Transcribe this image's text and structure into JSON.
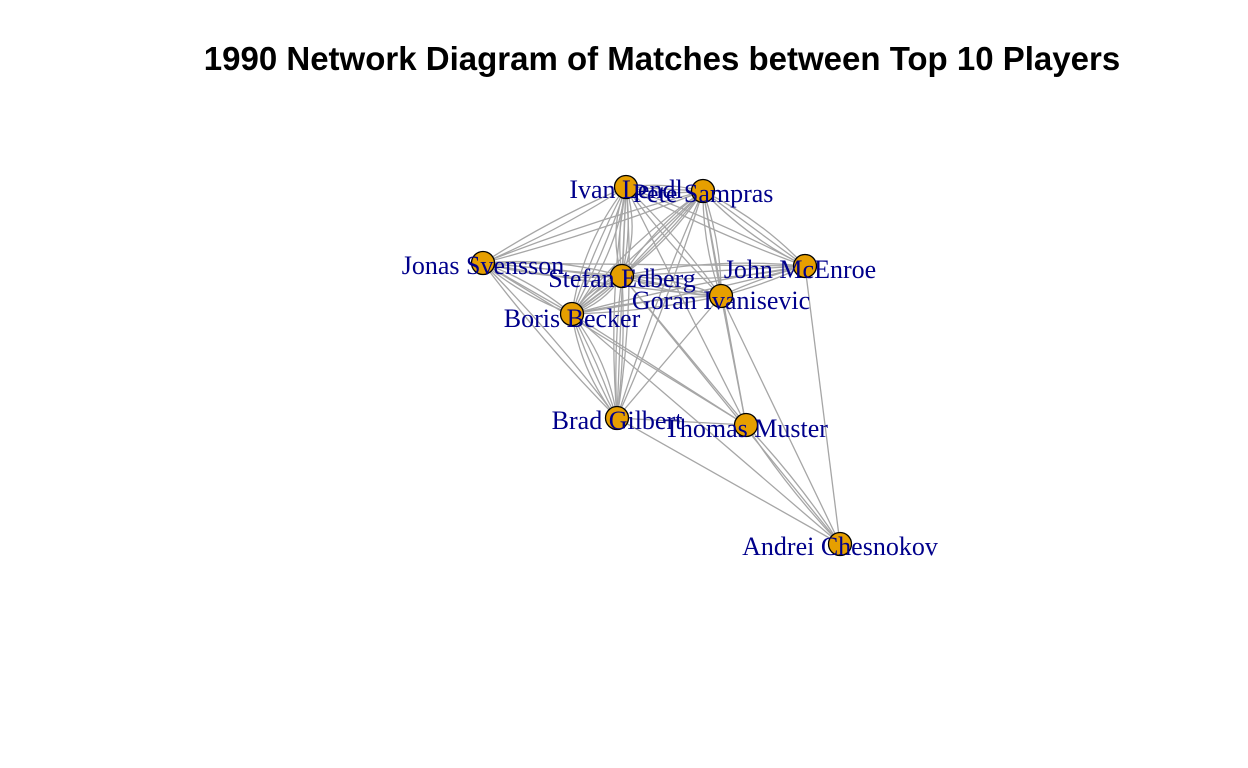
{
  "title": "1990 Network Diagram of Matches between Top 10 Players",
  "colors": {
    "edge": "#a6a6a6",
    "node_fill": "#e69f00",
    "node_stroke": "#000000",
    "label": "#00008b"
  },
  "nodes": [
    {
      "id": "lendl",
      "label": "Ivan Lendl"
    },
    {
      "id": "sampras",
      "label": "Pete Sampras"
    },
    {
      "id": "svensson",
      "label": "Jonas Svensson"
    },
    {
      "id": "edberg",
      "label": "Stefan Edberg"
    },
    {
      "id": "mcenroe",
      "label": "John McEnroe"
    },
    {
      "id": "ivanisevic",
      "label": "Goran Ivanisevic"
    },
    {
      "id": "becker",
      "label": "Boris Becker"
    },
    {
      "id": "gilbert",
      "label": "Brad Gilbert"
    },
    {
      "id": "muster",
      "label": "Thomas Muster"
    },
    {
      "id": "chesnokov",
      "label": "Andrei Chesnokov"
    }
  ],
  "edges": [
    [
      "lendl",
      "sampras",
      3
    ],
    [
      "lendl",
      "svensson",
      2
    ],
    [
      "lendl",
      "edberg",
      5
    ],
    [
      "lendl",
      "mcenroe",
      2
    ],
    [
      "lendl",
      "ivanisevic",
      2
    ],
    [
      "lendl",
      "becker",
      4
    ],
    [
      "lendl",
      "gilbert",
      3
    ],
    [
      "lendl",
      "muster",
      1
    ],
    [
      "sampras",
      "svensson",
      2
    ],
    [
      "sampras",
      "edberg",
      3
    ],
    [
      "sampras",
      "mcenroe",
      3
    ],
    [
      "sampras",
      "ivanisevic",
      3
    ],
    [
      "sampras",
      "becker",
      3
    ],
    [
      "sampras",
      "gilbert",
      2
    ],
    [
      "sampras",
      "muster",
      1
    ],
    [
      "svensson",
      "edberg",
      3
    ],
    [
      "svensson",
      "becker",
      3
    ],
    [
      "svensson",
      "ivanisevic",
      2
    ],
    [
      "svensson",
      "gilbert",
      2
    ],
    [
      "svensson",
      "mcenroe",
      1
    ],
    [
      "svensson",
      "muster",
      1
    ],
    [
      "edberg",
      "becker",
      5
    ],
    [
      "edberg",
      "ivanisevic",
      3
    ],
    [
      "edberg",
      "mcenroe",
      3
    ],
    [
      "edberg",
      "gilbert",
      2
    ],
    [
      "edberg",
      "muster",
      1
    ],
    [
      "edberg",
      "chesnokov",
      1
    ],
    [
      "mcenroe",
      "ivanisevic",
      2
    ],
    [
      "mcenroe",
      "becker",
      2
    ],
    [
      "mcenroe",
      "chesnokov",
      1
    ],
    [
      "ivanisevic",
      "becker",
      2
    ],
    [
      "ivanisevic",
      "gilbert",
      1
    ],
    [
      "ivanisevic",
      "muster",
      1
    ],
    [
      "ivanisevic",
      "chesnokov",
      1
    ],
    [
      "becker",
      "gilbert",
      4
    ],
    [
      "becker",
      "muster",
      1
    ],
    [
      "becker",
      "chesnokov",
      1
    ],
    [
      "gilbert",
      "chesnokov",
      1
    ],
    [
      "muster",
      "chesnokov",
      2
    ],
    [
      "gilbert",
      "muster",
      1
    ]
  ]
}
